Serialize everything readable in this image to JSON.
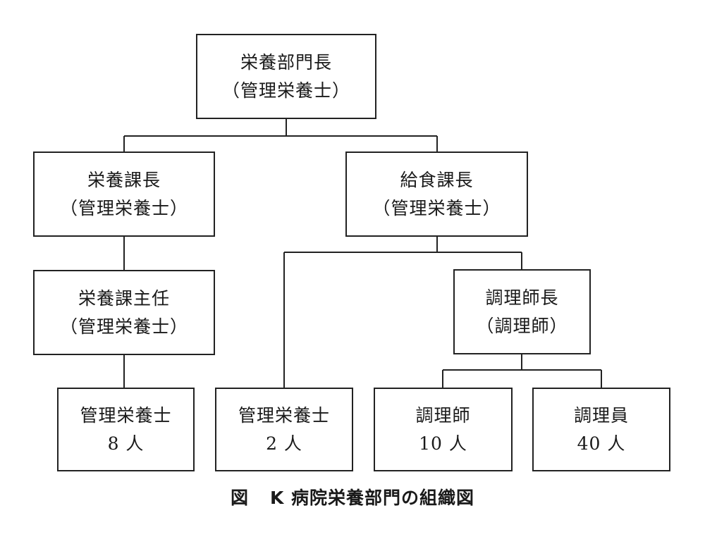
{
  "org_chart": {
    "head": {
      "title": "栄養部門長",
      "role": "（管理栄養士）"
    },
    "nutrition_chief": {
      "title": "栄養課長",
      "role": "（管理栄養士）"
    },
    "food_service_chief": {
      "title": "給食課長",
      "role": "（管理栄養士）"
    },
    "nutrition_supervisor": {
      "title": "栄養課主任",
      "role": "（管理栄養士）"
    },
    "head_cook": {
      "title": "調理師長",
      "role": "（調理師）"
    },
    "dietitians_nutrition": {
      "title": "管理栄養士",
      "count": "8 人"
    },
    "dietitians_food_service": {
      "title": "管理栄養士",
      "count": "2 人"
    },
    "cooks": {
      "title": "調理師",
      "count": "10 人"
    },
    "kitchen_staff": {
      "title": "調理員",
      "count": "40 人"
    }
  },
  "caption": {
    "prefix": "図",
    "text": "K 病院栄養部門の組織図"
  }
}
